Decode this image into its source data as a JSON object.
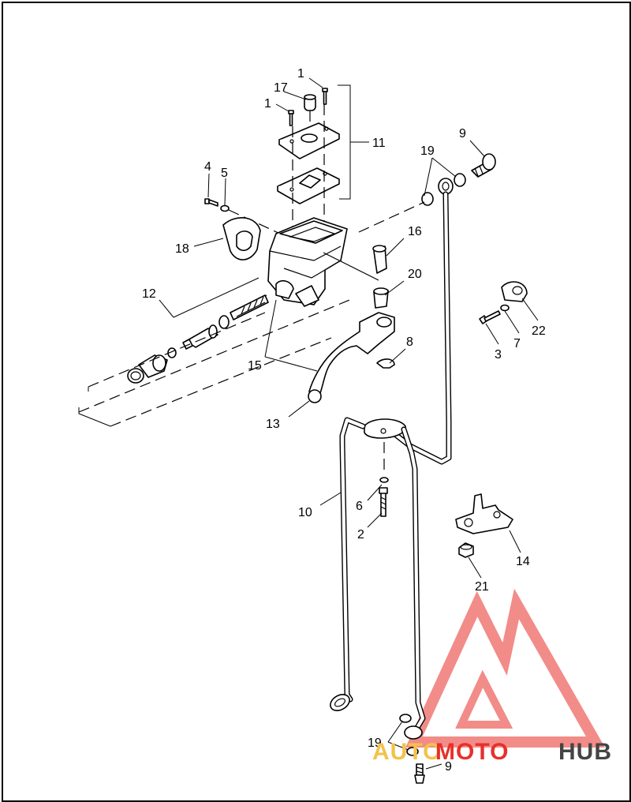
{
  "diagram": {
    "callouts": [
      {
        "id": "c1a",
        "text": "1"
      },
      {
        "id": "c17",
        "text": "17"
      },
      {
        "id": "c1b",
        "text": "1"
      },
      {
        "id": "c11",
        "text": "11"
      },
      {
        "id": "c4",
        "text": "4"
      },
      {
        "id": "c5",
        "text": "5"
      },
      {
        "id": "c18",
        "text": "18"
      },
      {
        "id": "c12",
        "text": "12"
      },
      {
        "id": "c15",
        "text": "15"
      },
      {
        "id": "c16",
        "text": "16"
      },
      {
        "id": "c20",
        "text": "20"
      },
      {
        "id": "c8",
        "text": "8"
      },
      {
        "id": "c13",
        "text": "13"
      },
      {
        "id": "c19a",
        "text": "19"
      },
      {
        "id": "c9a",
        "text": "9"
      },
      {
        "id": "c22",
        "text": "22"
      },
      {
        "id": "c3",
        "text": "3"
      },
      {
        "id": "c7",
        "text": "7"
      },
      {
        "id": "c10",
        "text": "10"
      },
      {
        "id": "c6",
        "text": "6"
      },
      {
        "id": "c2",
        "text": "2"
      },
      {
        "id": "c14",
        "text": "14"
      },
      {
        "id": "c21",
        "text": "21"
      },
      {
        "id": "c19b",
        "text": "19"
      },
      {
        "id": "c9b",
        "text": "9"
      }
    ]
  },
  "watermark": {
    "part1": "AUTO",
    "part2": "MOTO",
    "part3": "HUB",
    "color_logo": "#e8302a",
    "color_auto": "#f3c24a",
    "color_moto": "#e8302a",
    "color_hub": "#444444"
  }
}
